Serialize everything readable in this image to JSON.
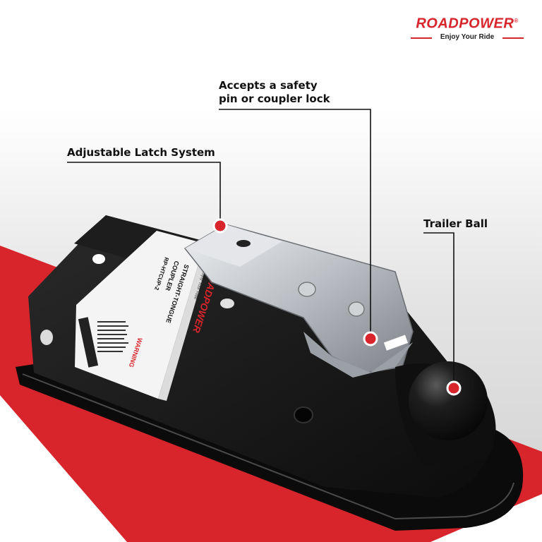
{
  "brand": {
    "name": "ROADPOWER",
    "registered": "®",
    "tagline": "Enjoy Your Ride"
  },
  "callouts": {
    "safety_pin_line1": "Accepts a safety",
    "safety_pin_line2": "pin or coupler lock",
    "latch": "Adjustable Latch System",
    "ball": "Trailer Ball"
  },
  "label": {
    "brand": "ROADPOWER",
    "tagline": "Enjoy Your Ride",
    "line1": "STRAIGHT-TONGUE",
    "line2": "COUPLER",
    "part_no": "RP-HTCUP-2",
    "warning": "WARNING"
  },
  "colors": {
    "accent": "#d8242b",
    "coupler": "#141414",
    "steel": "#c9ccd0",
    "background_gray": "#d9d9d9"
  }
}
